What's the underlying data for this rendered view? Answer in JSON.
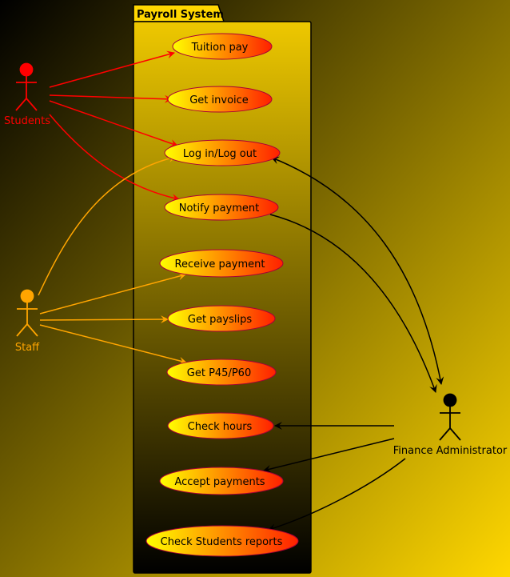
{
  "package": {
    "title": "Payroll System"
  },
  "colors": {
    "background_from": "#000000",
    "background_to": "#FFD700",
    "package_fill_top": "#E8C400",
    "package_fill_bottom": "#000000",
    "usecase_from": "#FFFF00",
    "usecase_to": "#FF2000",
    "students": "#FF0000",
    "staff": "#FFA500",
    "admin": "#000000"
  },
  "actors": {
    "students": {
      "label": "Students",
      "color": "#FF0000"
    },
    "staff": {
      "label": "Staff",
      "color": "#FFA500"
    },
    "admin": {
      "label": "Finance Administrator",
      "color": "#000000"
    }
  },
  "use_cases": [
    {
      "id": "tuition",
      "label": "Tuition pay"
    },
    {
      "id": "invoice",
      "label": "Get invoice"
    },
    {
      "id": "login",
      "label": "Log in/Log out"
    },
    {
      "id": "notify",
      "label": "Notify payment"
    },
    {
      "id": "receive",
      "label": "Receive payment"
    },
    {
      "id": "payslips",
      "label": "Get payslips"
    },
    {
      "id": "p45",
      "label": "Get P45/P60"
    },
    {
      "id": "hours",
      "label": "Check hours"
    },
    {
      "id": "accept",
      "label": "Accept payments"
    },
    {
      "id": "reports",
      "label": "Check Students reports"
    }
  ]
}
